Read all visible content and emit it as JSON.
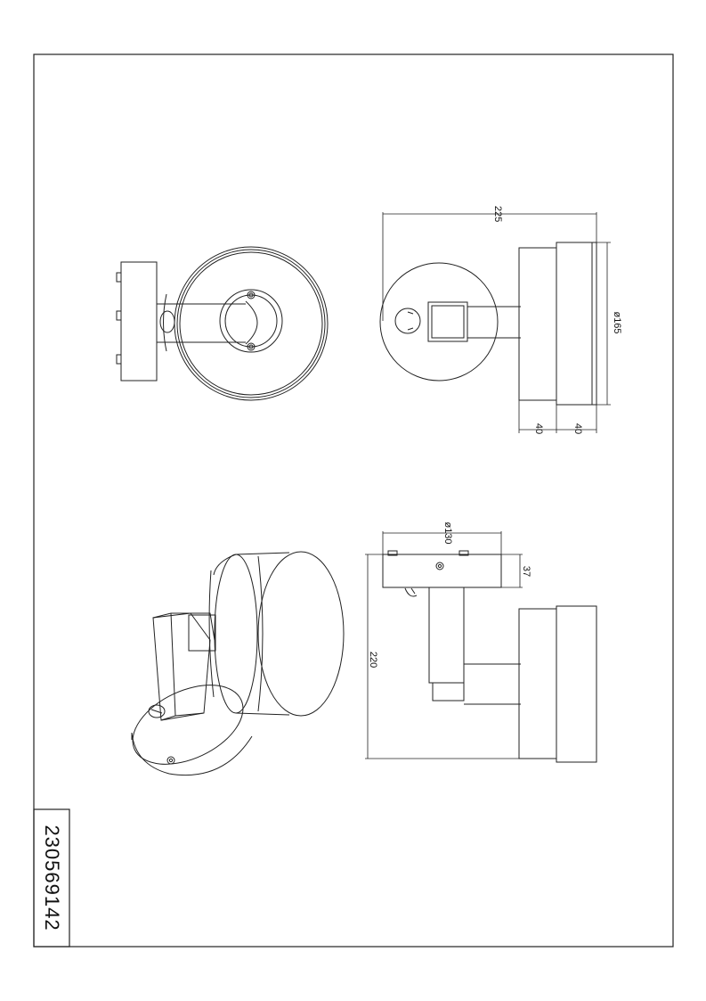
{
  "drawing": {
    "article_number": "230569142",
    "dimensions": {
      "overall_width": "225",
      "shade_diameter": "ø165",
      "shade_depth_front": "40",
      "shade_depth_back": "40",
      "base_diameter": "ø130",
      "base_height": "37",
      "overall_height": "220"
    }
  }
}
